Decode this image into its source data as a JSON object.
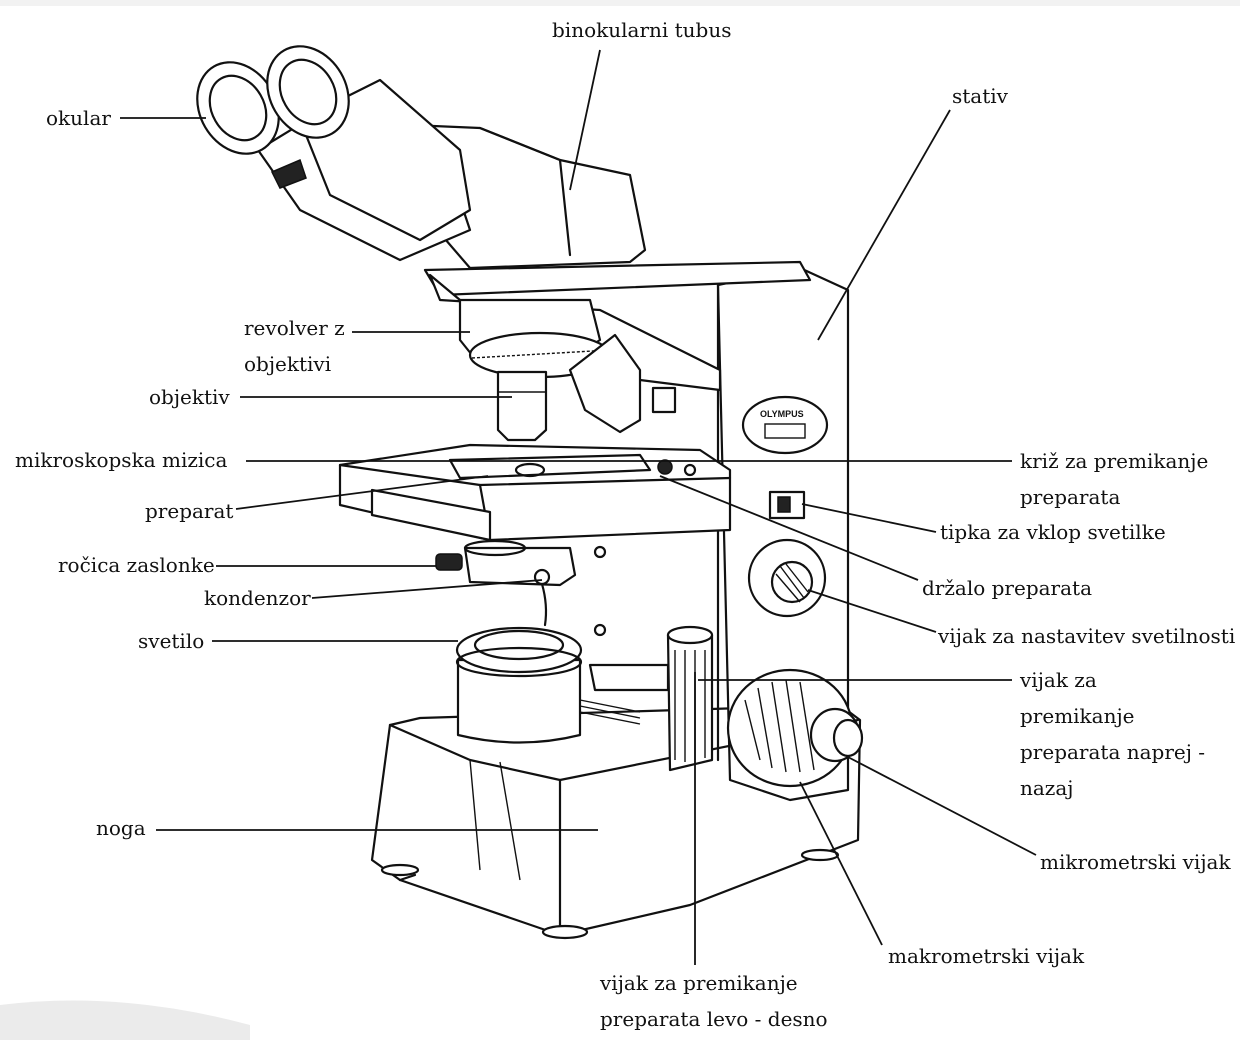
{
  "labels": {
    "binokularni_tubus": "binokularni tubus",
    "stativ": "stativ",
    "okular": "okular",
    "revolver": "revolver z\nobjektivi",
    "objektiv": "objektiv",
    "mikroskopska_mizica": "mikroskopska mizica",
    "preparat": "preparat",
    "rocica_zaslonke": "ročica zaslonke",
    "kondenzor": "kondenzor",
    "svetilo": "svetilo",
    "noga": "noga",
    "kriz": "križ za premikanje\npreparata",
    "tipka": "tipka za vklop svetilke",
    "drzalo": "držalo preparata",
    "vijak_svetilnost": "vijak za nastavitev svetilnosti",
    "vijak_naprej_nazaj": "vijak za\npremikanje\npreparata naprej -\nnazaj",
    "mikrometrski": "mikrometrski vijak",
    "makrometrski": "makrometrski vijak",
    "vijak_levo_desno": "vijak za premikanje\npreparata levo - desno"
  },
  "logo": {
    "brand": "OLYMPUS"
  },
  "icons": [
    "microscope-illustration"
  ]
}
